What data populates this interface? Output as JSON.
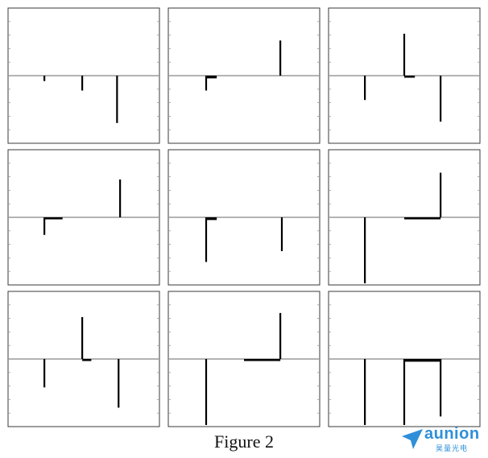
{
  "caption": "Figure 2",
  "logo": {
    "word": "aunion",
    "sub": "昊量光电",
    "color": "#2f8fd8",
    "icon": "paper-plane-icon"
  },
  "style": {
    "frame_color": "#3a3a3a",
    "line_color": "#000000",
    "baseline_color": "#9a9a9a"
  },
  "chart_data": [
    {
      "type": "line",
      "xlim": [
        0,
        100
      ],
      "ylim": [
        -100,
        100
      ],
      "spikes": [
        {
          "x": 24,
          "y": -8
        },
        {
          "x": 49,
          "y": -22
        },
        {
          "x": 72,
          "y": -70
        }
      ],
      "plateaus": []
    },
    {
      "type": "line",
      "xlim": [
        0,
        100
      ],
      "ylim": [
        -100,
        100
      ],
      "spikes": [
        {
          "x": 25,
          "y": -22
        },
        {
          "x": 74,
          "y": 52
        }
      ],
      "plateaus": [
        {
          "x0": 25,
          "x1": 32,
          "y": -4
        }
      ]
    },
    {
      "type": "line",
      "xlim": [
        0,
        100
      ],
      "ylim": [
        -100,
        100
      ],
      "spikes": [
        {
          "x": 24,
          "y": -36
        },
        {
          "x": 50,
          "y": 62
        },
        {
          "x": 74,
          "y": -68
        }
      ],
      "plateaus": [
        {
          "x0": 50,
          "x1": 57,
          "y": -3
        }
      ]
    },
    {
      "type": "line",
      "xlim": [
        0,
        100
      ],
      "ylim": [
        -100,
        100
      ],
      "spikes": [
        {
          "x": 24,
          "y": -26
        },
        {
          "x": 74,
          "y": 56
        }
      ],
      "plateaus": [
        {
          "x0": 24,
          "x1": 36,
          "y": -3
        }
      ]
    },
    {
      "type": "line",
      "xlim": [
        0,
        100
      ],
      "ylim": [
        -100,
        100
      ],
      "spikes": [
        {
          "x": 25,
          "y": -66
        },
        {
          "x": 75,
          "y": -50
        }
      ],
      "plateaus": [
        {
          "x0": 25,
          "x1": 32,
          "y": -4
        }
      ]
    },
    {
      "type": "line",
      "xlim": [
        0,
        100
      ],
      "ylim": [
        -100,
        100
      ],
      "spikes": [
        {
          "x": 24,
          "y": -100
        },
        {
          "x": 74,
          "y": 66
        }
      ],
      "plateaus": [
        {
          "x0": 50,
          "x1": 74,
          "y": -3
        }
      ]
    },
    {
      "type": "line",
      "xlim": [
        0,
        100
      ],
      "ylim": [
        -100,
        100
      ],
      "spikes": [
        {
          "x": 24,
          "y": -42
        },
        {
          "x": 49,
          "y": 62
        },
        {
          "x": 73,
          "y": -72
        }
      ],
      "plateaus": [
        {
          "x0": 49,
          "x1": 55,
          "y": -3
        }
      ]
    },
    {
      "type": "line",
      "xlim": [
        0,
        100
      ],
      "ylim": [
        -100,
        100
      ],
      "spikes": [
        {
          "x": 25,
          "y": -100
        },
        {
          "x": 74,
          "y": 68
        }
      ],
      "plateaus": [
        {
          "x0": 50,
          "x1": 74,
          "y": -3
        }
      ]
    },
    {
      "type": "line",
      "xlim": [
        0,
        100
      ],
      "ylim": [
        -100,
        100
      ],
      "spikes": [
        {
          "x": 24,
          "y": -170
        },
        {
          "x": 50,
          "y": -170
        },
        {
          "x": 74,
          "y": -85
        }
      ],
      "plateaus": [
        {
          "x0": 50,
          "x1": 74,
          "y": -4
        }
      ]
    }
  ]
}
